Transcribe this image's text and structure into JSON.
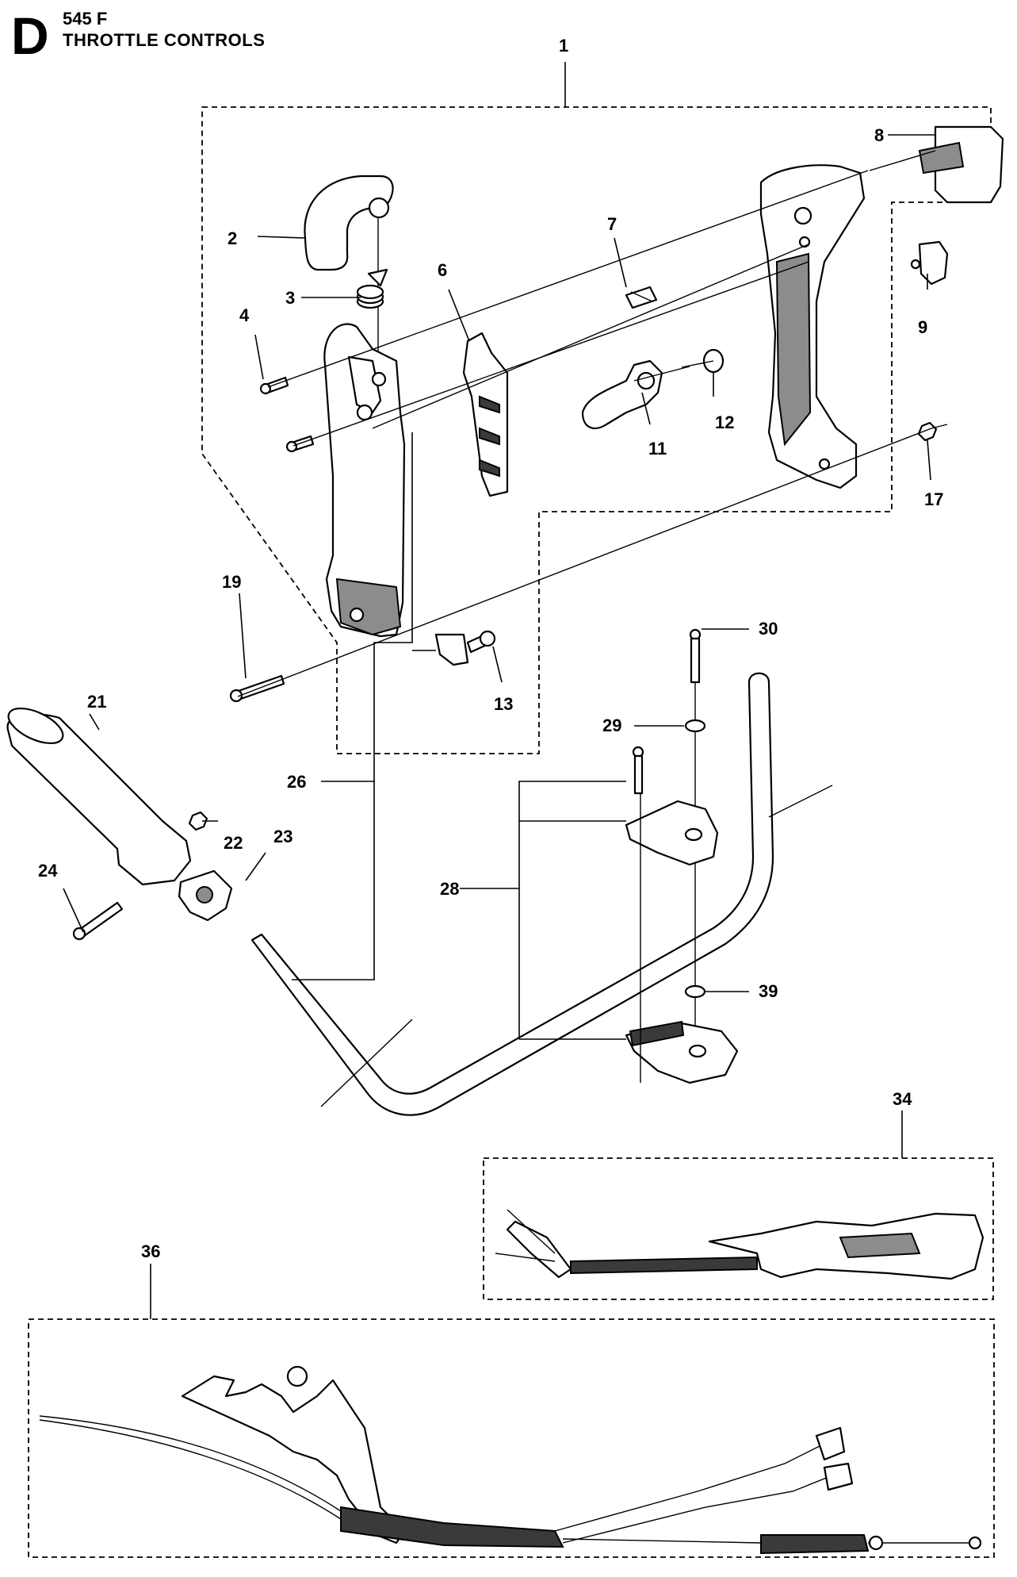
{
  "header": {
    "section_letter": "D",
    "model": "545 F",
    "title": "THROTTLE CONTROLS"
  },
  "callouts": [
    "1",
    "2",
    "3",
    "4",
    "6",
    "7",
    "8",
    "9",
    "11",
    "12",
    "13",
    "17",
    "19",
    "21",
    "22",
    "23",
    "24",
    "26",
    "28",
    "29",
    "30",
    "34",
    "36",
    "39"
  ]
}
